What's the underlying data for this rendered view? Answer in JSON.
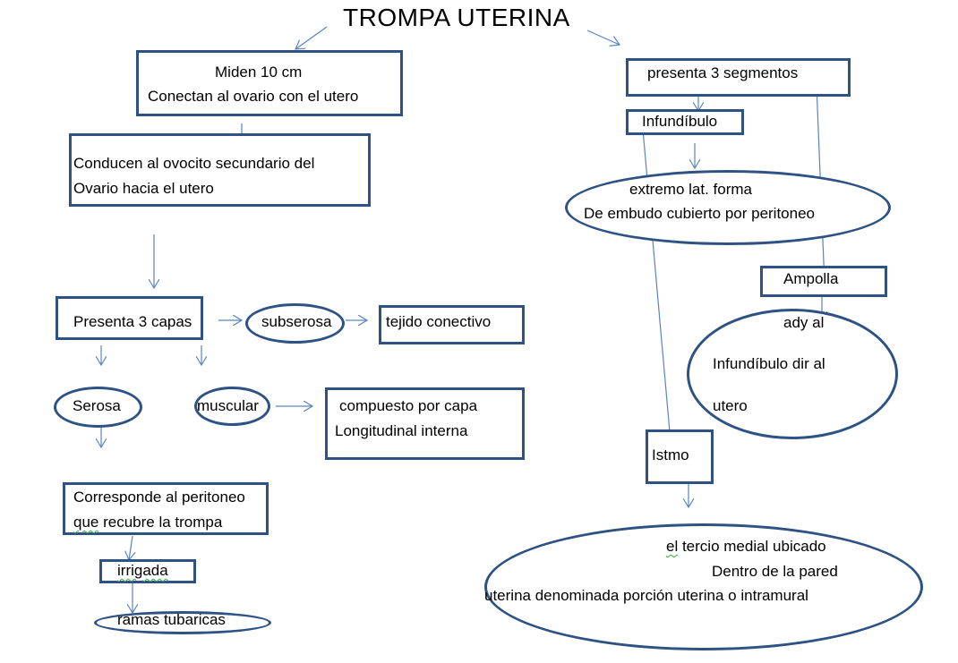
{
  "title": "TROMPA UTERINA",
  "left": {
    "miden": {
      "line1": "Miden 10 cm",
      "line2": "Conectan al ovario con el utero"
    },
    "conducen": {
      "line1": "Conducen al ovocito secundario del",
      "line2": "Ovario hacia el utero"
    },
    "capas": "Presenta 3 capas",
    "subserosa": "subserosa",
    "tejido": "tejido conectivo",
    "serosa": "Serosa",
    "muscular": "muscular",
    "compuesto": {
      "line1": "compuesto por capa",
      "line2": "Longitudinal interna"
    },
    "corresponde": {
      "line1": "Corresponde al peritoneo",
      "line2_word": "que",
      "line2_rest": " recubre la trompa"
    },
    "irrigada": "irrigada",
    "ramas": "ramas tubaricas"
  },
  "right": {
    "segmentos": "presenta 3 segmentos",
    "infundibulo": "Infundíbulo",
    "extremo": {
      "line1": "extremo lat. forma",
      "line2": "De embudo cubierto por peritoneo"
    },
    "ampolla": "Ampolla",
    "ady": {
      "line1": "ady al",
      "line2": "Infundíbulo dir al",
      "line3": "utero"
    },
    "istmo": "Istmo",
    "tercio": {
      "line1_word": "el",
      "line1_rest": " tercio medial ubicado",
      "line2": "Dentro de la pared",
      "line3": "uterina denominada porción uterina o intramural"
    }
  },
  "colors": {
    "border": "#2e5283",
    "arrow": "#5b83bf",
    "spellcheck": "#3aa84a"
  }
}
